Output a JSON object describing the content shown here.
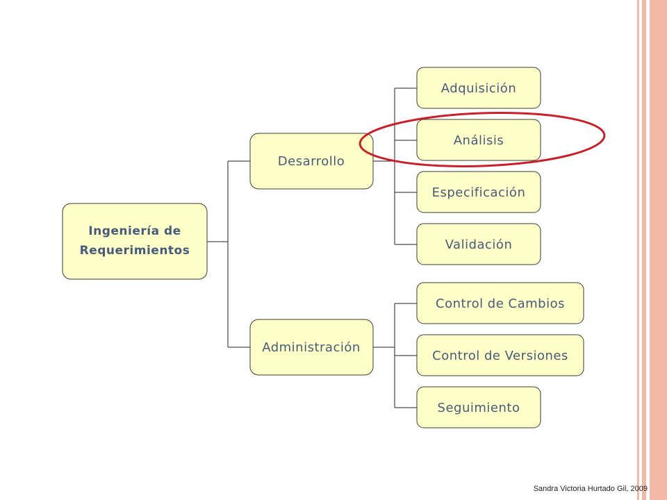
{
  "diagram": {
    "root": {
      "line1": "Ingeniería de",
      "line2": "Requerimientos"
    },
    "level1": {
      "desarrollo": "Desarrollo",
      "administracion": "Administración"
    },
    "desarrollo_children": [
      "Adquisición",
      "Análisis",
      "Especificación",
      "Validación"
    ],
    "administracion_children": [
      "Control de Cambios",
      "Control de Versiones",
      "Seguimiento"
    ],
    "highlighted_item": "Análisis"
  },
  "footer": {
    "credit": "Sandra Victoria Hurtado Gil, 2009"
  },
  "colors": {
    "node_fill": "#ffffc8",
    "node_text": "#465a7c",
    "highlight": "#c8202a",
    "border_stripe": "#f4b9a6"
  }
}
